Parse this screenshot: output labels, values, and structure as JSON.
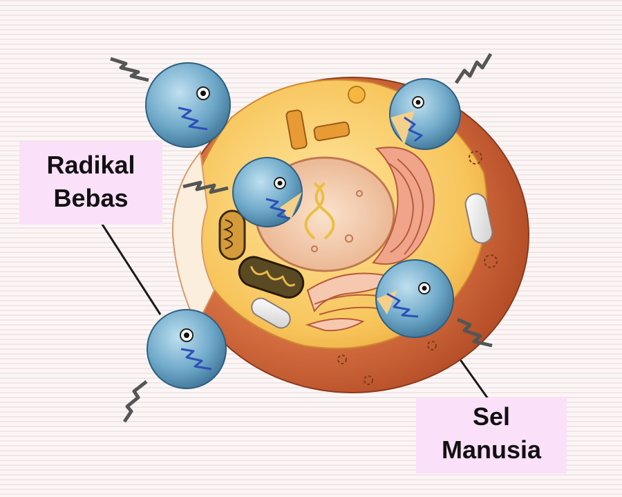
{
  "labels": {
    "free_radical": {
      "line1": "Radikal",
      "line2": "Bebas"
    },
    "human_cell": {
      "line1": "Sel",
      "line2": "Manusia"
    }
  },
  "colors": {
    "background": "#fbf6f4",
    "label_background": "#fbe0fa",
    "cell_outer": "#c0502e",
    "cytoplasm": "#f2b34a",
    "radical": "#6fa9c9",
    "zigzag": "#2c4fb8"
  }
}
